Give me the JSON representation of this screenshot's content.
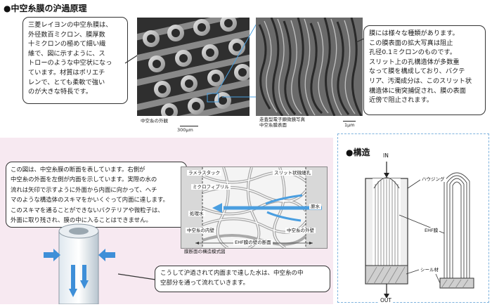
{
  "title": "●中空糸膜の沪過原理",
  "structure_heading": "●構造",
  "text_box_1": [
    "三菱レイヨンの中空糸膜は、",
    "外径数百ミクロン、膜厚数",
    "十ミクロンの極めて細い繊",
    "維で、図に示すように、ス",
    "トローのような中空状になっ",
    "ています。材質はポリエチ",
    "レンで、とても柔軟で強い",
    "のが大きな特長です。"
  ],
  "text_box_2": [
    "膜には様々な種類があります。",
    "この膜表面の拡大写真は阻止",
    "孔径0.1ミクロンのものです。",
    "スリット上の孔構造体が多数重",
    "なって膜を構成しており、バクテ",
    "リア、汚濁成分は、このスリット状",
    "構造体に衝突捕促され、膜の表面",
    "近傍で阻止されます。"
  ],
  "text_box_3": [
    "この図は、中空糸膜の断面を表しています。右側が",
    "中空糸の外面を左側が内面を示しています。実際の水の",
    "流れは矢印で示すように外面から内面に向かって、ヘチ",
    "マのような構造体のスキマをかいくぐって内面に達します。",
    "このスキマを通ることができないバクテリアや微粒子は、",
    "外面に取り残され、膜の中に入ることはできません。"
  ],
  "text_box_4": [
    "こうして沪過されて内面まで達した水は、中空糸の中",
    "空部分を通って流れていきます。"
  ],
  "photo_captions": {
    "fiber_exterior": "中空糸の外観",
    "fiber_scale": "300μm",
    "sem_line1": "走査型電子顕微鏡写真",
    "sem_line2": "中空糸膜表面",
    "sem_scale": "1μm"
  },
  "cross_section": {
    "lamella": "ラメラスタック",
    "microfibril": "ミクロフィブリル",
    "slit_pore": "スリット状微細孔",
    "treated_water": "処理水",
    "raw_water": "原水",
    "inner_wall": "中空糸の内壁",
    "outer_wall": "中空糸の外壁",
    "wall_section": "EHF膜の壁の断面",
    "caption": "膜断面の構造模式図"
  },
  "structure": {
    "in_label": "IN",
    "out_label": "OUT",
    "housing": "ハウジング",
    "ehf": "EHF膜",
    "seal": "シール材"
  }
}
